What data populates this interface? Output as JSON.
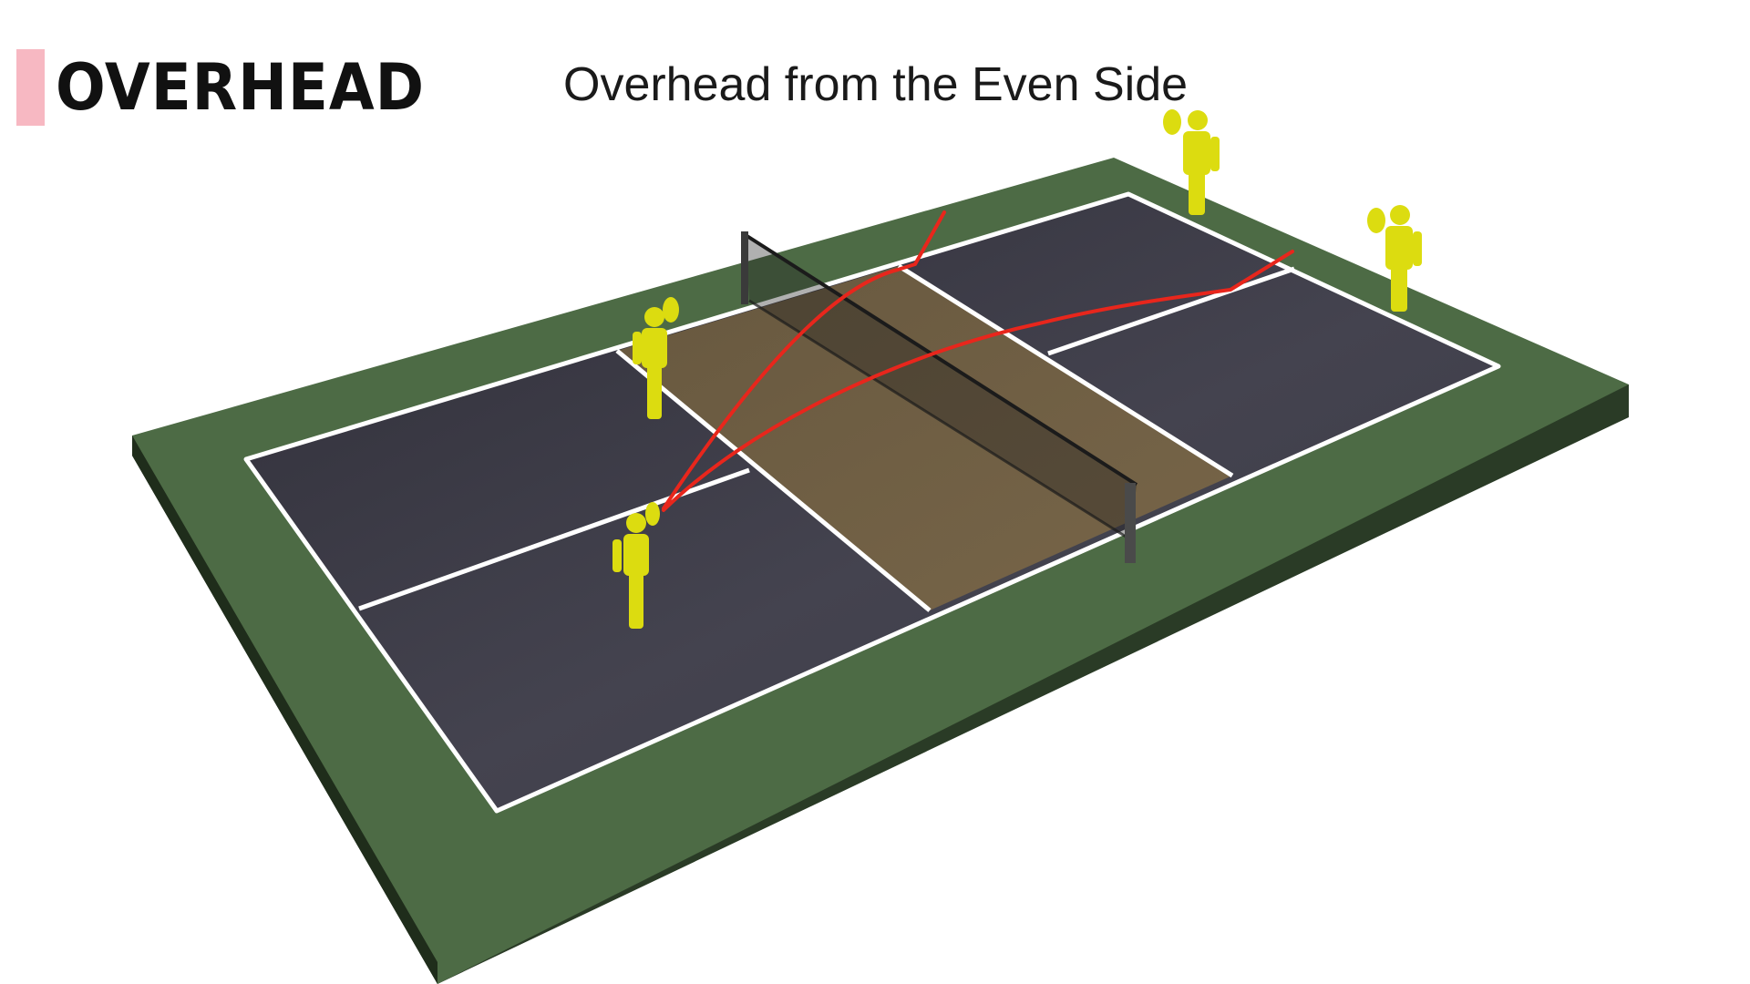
{
  "header": {
    "section_title": "OVERHEAD",
    "accent_color": "#f7b8c2"
  },
  "diagram": {
    "title": "Overhead from the Even Side",
    "colors": {
      "surround": "#4d6b45",
      "surround_edge": "#2a3b26",
      "court": "#3c3b47",
      "kitchen": "#6b5a3f",
      "lines": "#ffffff",
      "net": "#2b2b2b",
      "player": "#dcdc10",
      "shot_path": "#e8261c"
    },
    "players": [
      {
        "name": "near-kitchen-player"
      },
      {
        "name": "near-baseline-player"
      },
      {
        "name": "far-left-player"
      },
      {
        "name": "far-right-player"
      }
    ]
  }
}
